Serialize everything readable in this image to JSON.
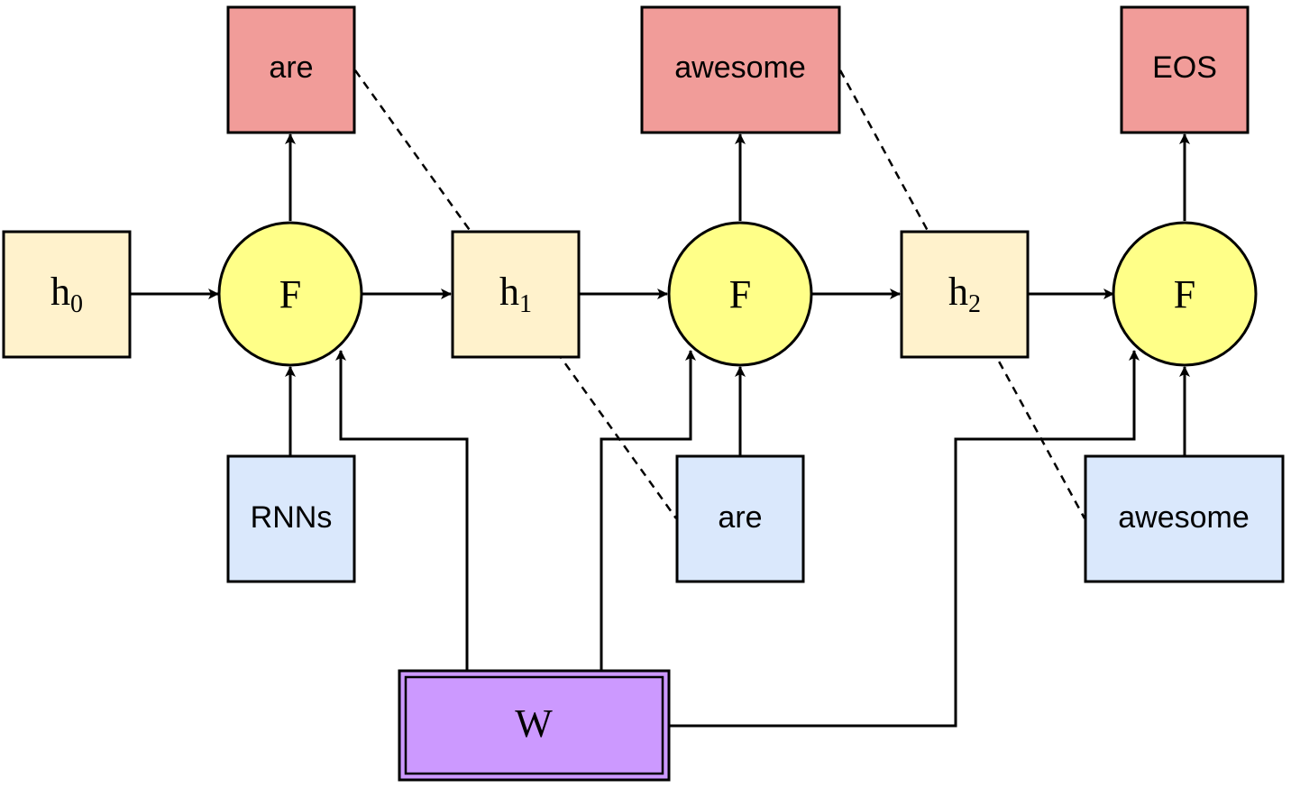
{
  "colors": {
    "output": "#f19c99",
    "hidden": "#fff2cc",
    "cell": "#ffff88",
    "input": "#dae8fc",
    "weight": "#cc99ff"
  },
  "outputs": [
    "are",
    "awesome",
    "EOS"
  ],
  "inputs": [
    "RNNs",
    "are",
    "awesome"
  ],
  "hidden_states": [
    {
      "base": "h",
      "sub": "0"
    },
    {
      "base": "h",
      "sub": "1"
    },
    {
      "base": "h",
      "sub": "2"
    }
  ],
  "cells": [
    "F",
    "F",
    "F"
  ],
  "weight_label": "W"
}
